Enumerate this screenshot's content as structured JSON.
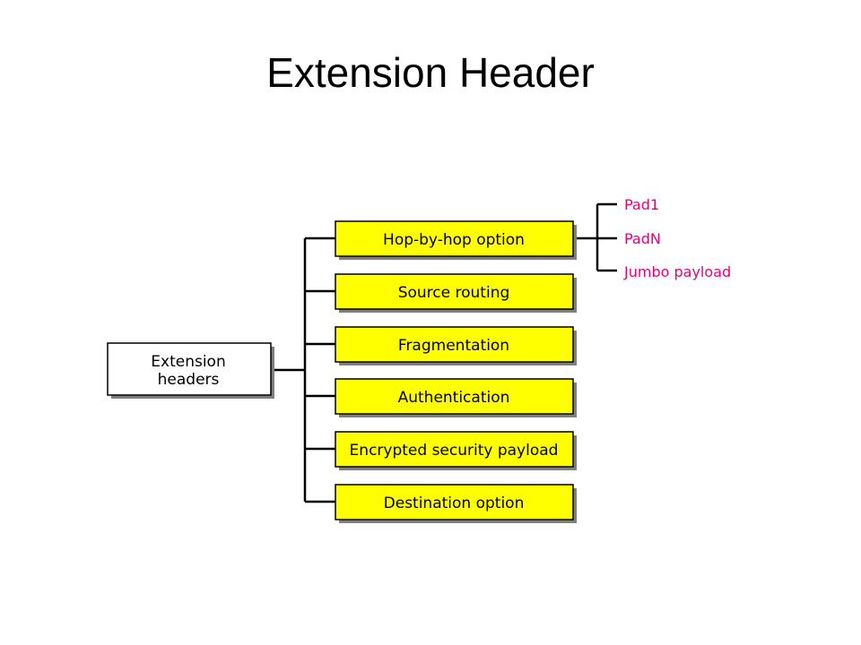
{
  "title": "Extension Header",
  "root": {
    "label_line1": "Extension",
    "label_line2": "headers"
  },
  "header_types": [
    "Hop-by-hop option",
    "Source routing",
    "Fragmentation",
    "Authentication",
    "Encrypted security payload",
    "Destination option"
  ],
  "hop_by_hop_options": [
    "Pad1",
    "PadN",
    "Jumbo payload"
  ],
  "colors": {
    "box_fill": "#ffff00",
    "shadow": "#7f7f7f",
    "line": "#000000",
    "option_text": "#e6007e"
  }
}
